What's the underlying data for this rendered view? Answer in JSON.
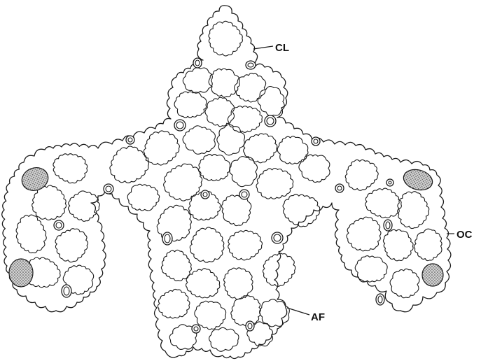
{
  "labels": {
    "cl": "CL",
    "oc": "OC",
    "af": "AF"
  },
  "colors": {
    "ink": "#1a1a1a",
    "stipple": "#9a9a9a",
    "background": "#ffffff"
  }
}
